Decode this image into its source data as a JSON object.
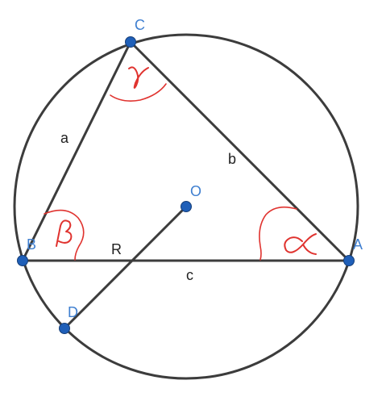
{
  "points": {
    "A": {
      "label": "A"
    },
    "B": {
      "label": "B"
    },
    "C": {
      "label": "C"
    },
    "O": {
      "label": "O"
    },
    "D": {
      "label": "D"
    }
  },
  "sides": {
    "a": "a",
    "b": "b",
    "c": "c",
    "R": "R"
  },
  "angles": {
    "alpha": "alpha",
    "beta": "beta",
    "gamma": "gamma"
  },
  "colors": {
    "point_fill": "#1f5fb8",
    "point_label": "#3f7fd0",
    "segment": "#3c3c3c",
    "circle": "#3c3c3c",
    "angle_mark": "#e0332f"
  }
}
